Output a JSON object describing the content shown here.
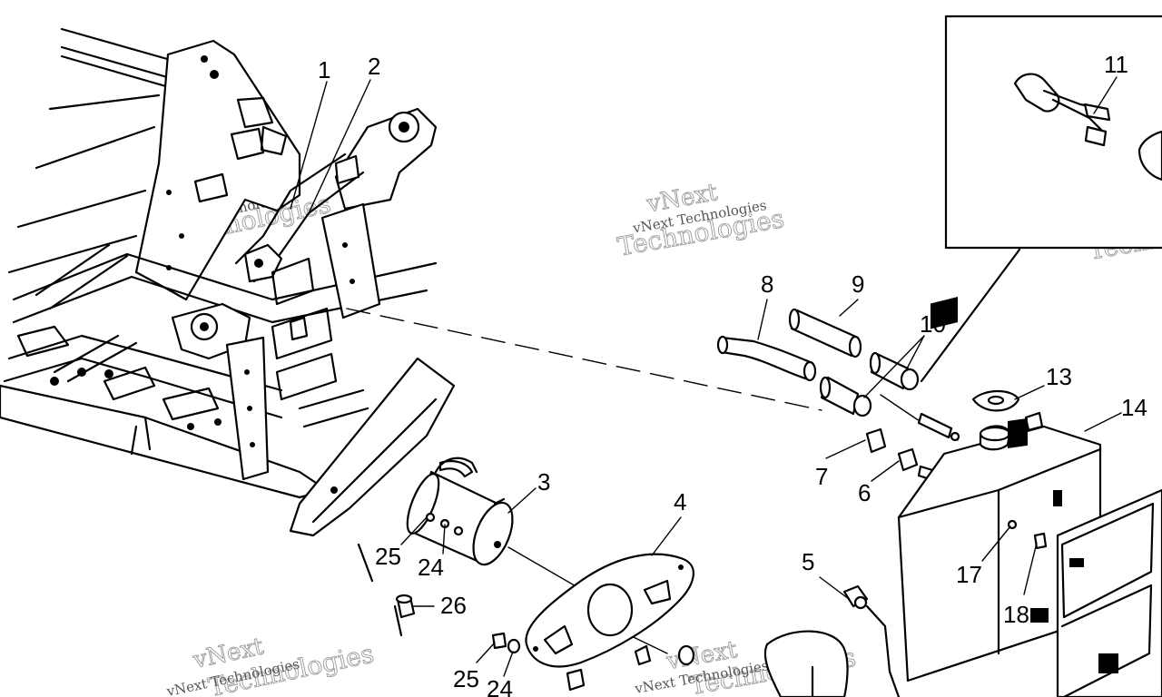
{
  "diagram": {
    "callouts": [
      {
        "id": "c1",
        "label": "1"
      },
      {
        "id": "c2",
        "label": "2"
      },
      {
        "id": "c3",
        "label": "3"
      },
      {
        "id": "c4",
        "label": "4"
      },
      {
        "id": "c5",
        "label": "5"
      },
      {
        "id": "c6",
        "label": "6"
      },
      {
        "id": "c7",
        "label": "7"
      },
      {
        "id": "c8",
        "label": "8"
      },
      {
        "id": "c9",
        "label": "9"
      },
      {
        "id": "c10",
        "label": "10"
      },
      {
        "id": "c11",
        "label": "11"
      },
      {
        "id": "c13",
        "label": "13"
      },
      {
        "id": "c14",
        "label": "14"
      },
      {
        "id": "c17",
        "label": "17"
      },
      {
        "id": "c18",
        "label": "18"
      },
      {
        "id": "c24a",
        "label": "24"
      },
      {
        "id": "c25a",
        "label": "25"
      },
      {
        "id": "c26",
        "label": "26"
      },
      {
        "id": "c25b",
        "label": "25"
      },
      {
        "id": "c24b",
        "label": "24"
      }
    ]
  },
  "watermark": {
    "line1": "vNext",
    "line2": "Technologies",
    "small": "vNext Technologies"
  },
  "colors": {
    "ink": "#000000",
    "paper": "#ffffff",
    "watermark": "#9a9a9a"
  }
}
